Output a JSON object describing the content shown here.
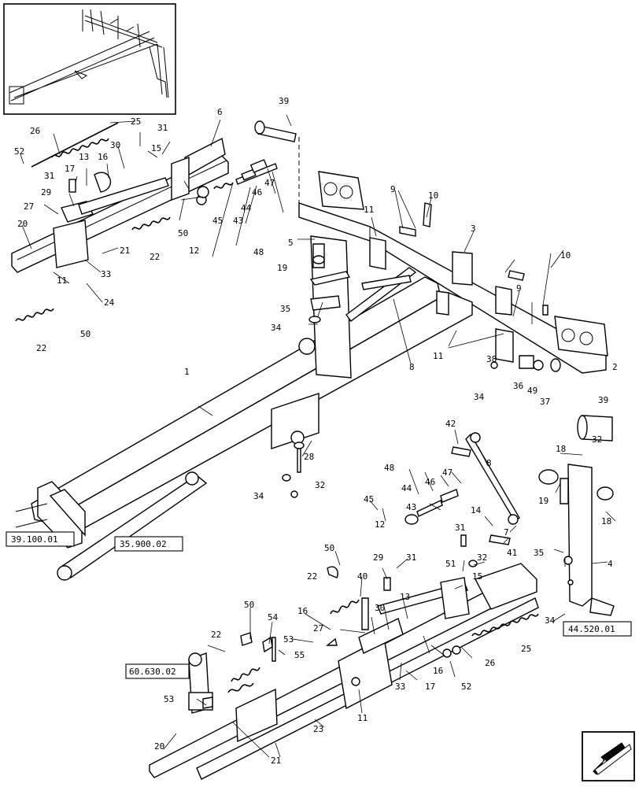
{
  "callouts": [
    "1",
    "2",
    "3",
    "4",
    "5",
    "6",
    "7",
    "8",
    "9",
    "10",
    "11",
    "12",
    "13",
    "14",
    "15",
    "16",
    "17",
    "18",
    "19",
    "20",
    "21",
    "22",
    "23",
    "24",
    "25",
    "26",
    "27",
    "28",
    "29",
    "30",
    "31",
    "32",
    "33",
    "34",
    "35",
    "36",
    "37",
    "38",
    "39",
    "40",
    "41",
    "42",
    "43",
    "44",
    "45",
    "46",
    "47",
    "48",
    "49",
    "50",
    "51",
    "52",
    "53",
    "54",
    "55"
  ],
  "references": {
    "ref_39_100_01": "39.100.01",
    "ref_35_900_02": "35.900.02",
    "ref_44_520_01": "44.520.01",
    "ref_60_630_02": "60.630.02"
  },
  "nav_icon": "next-page-arrow-icon"
}
